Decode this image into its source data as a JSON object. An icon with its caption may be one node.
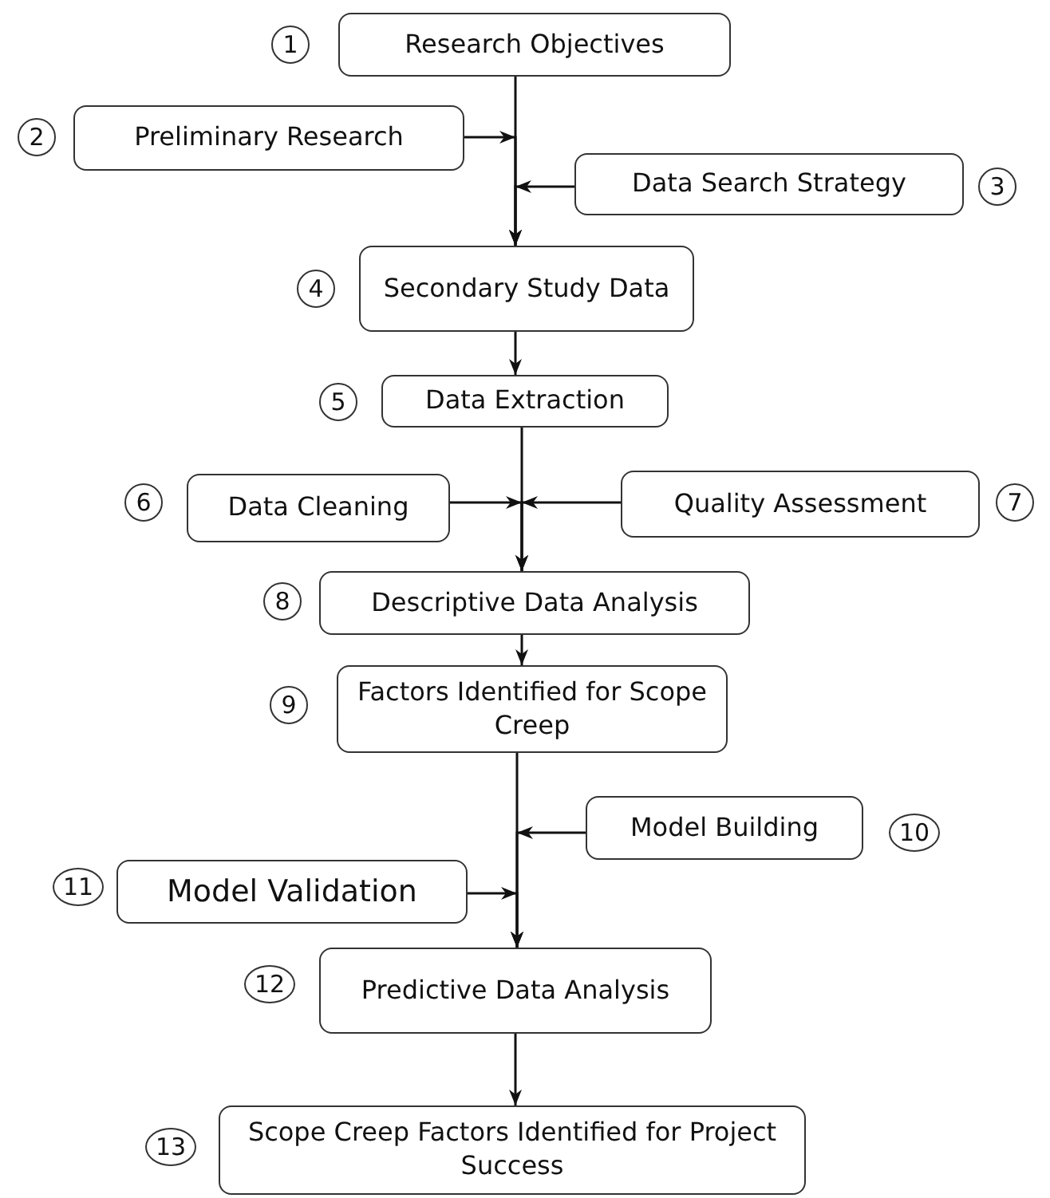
{
  "diagram": {
    "nodes": [
      {
        "text": [
          "Research Objectives"
        ],
        "beside": [
          "1"
        ]
      },
      {
        "text": [
          "Preliminary Research"
        ],
        "beside": [
          "2"
        ]
      },
      {
        "text": [
          "Data Search Strategy"
        ],
        "beside": [
          "3"
        ]
      },
      {
        "text": [
          "Secondary Study Data"
        ],
        "beside": [
          "4"
        ]
      },
      {
        "text": [
          "Data Extraction"
        ],
        "beside": [
          "5"
        ]
      },
      {
        "text": [
          "Data Cleaning"
        ],
        "beside": [
          "6"
        ]
      },
      {
        "text": [
          "Quality Assessment"
        ],
        "beside": [
          "7"
        ]
      },
      {
        "text": [
          "Descriptive Data Analysis"
        ],
        "beside": [
          "8"
        ]
      },
      {
        "text": [
          "Factors Identified for Scope Creep"
        ],
        "beside": [
          "9"
        ]
      },
      {
        "text": [
          "Model Building"
        ],
        "beside": [
          "10"
        ]
      },
      {
        "text": [
          "Model Validation"
        ],
        "beside": [
          "11"
        ]
      },
      {
        "text": [
          "Predictive Data Analysis"
        ],
        "beside": [
          "12"
        ]
      },
      {
        "text": [
          "Scope Creep Factors Identified for Project Success"
        ],
        "beside": [
          "13"
        ]
      }
    ],
    "edges": [
      {
        "from": 0,
        "to": 3,
        "arrow": "to"
      },
      {
        "from": 1,
        "to": 3,
        "arrow": "to"
      },
      {
        "from": 2,
        "to": 3,
        "arrow": "to"
      },
      {
        "from": 3,
        "to": 4,
        "arrow": "to"
      },
      {
        "from": 4,
        "to": 7,
        "arrow": "to"
      },
      {
        "from": 5,
        "to": 7,
        "arrow": "to"
      },
      {
        "from": 6,
        "to": 7,
        "arrow": "to"
      },
      {
        "from": 7,
        "to": 8,
        "arrow": "to"
      },
      {
        "from": 8,
        "to": 11,
        "arrow": "to"
      },
      {
        "from": 9,
        "to": 11,
        "arrow": "to"
      },
      {
        "from": 10,
        "to": 11,
        "arrow": "to"
      },
      {
        "from": 11,
        "to": 12,
        "arrow": "to"
      }
    ]
  }
}
